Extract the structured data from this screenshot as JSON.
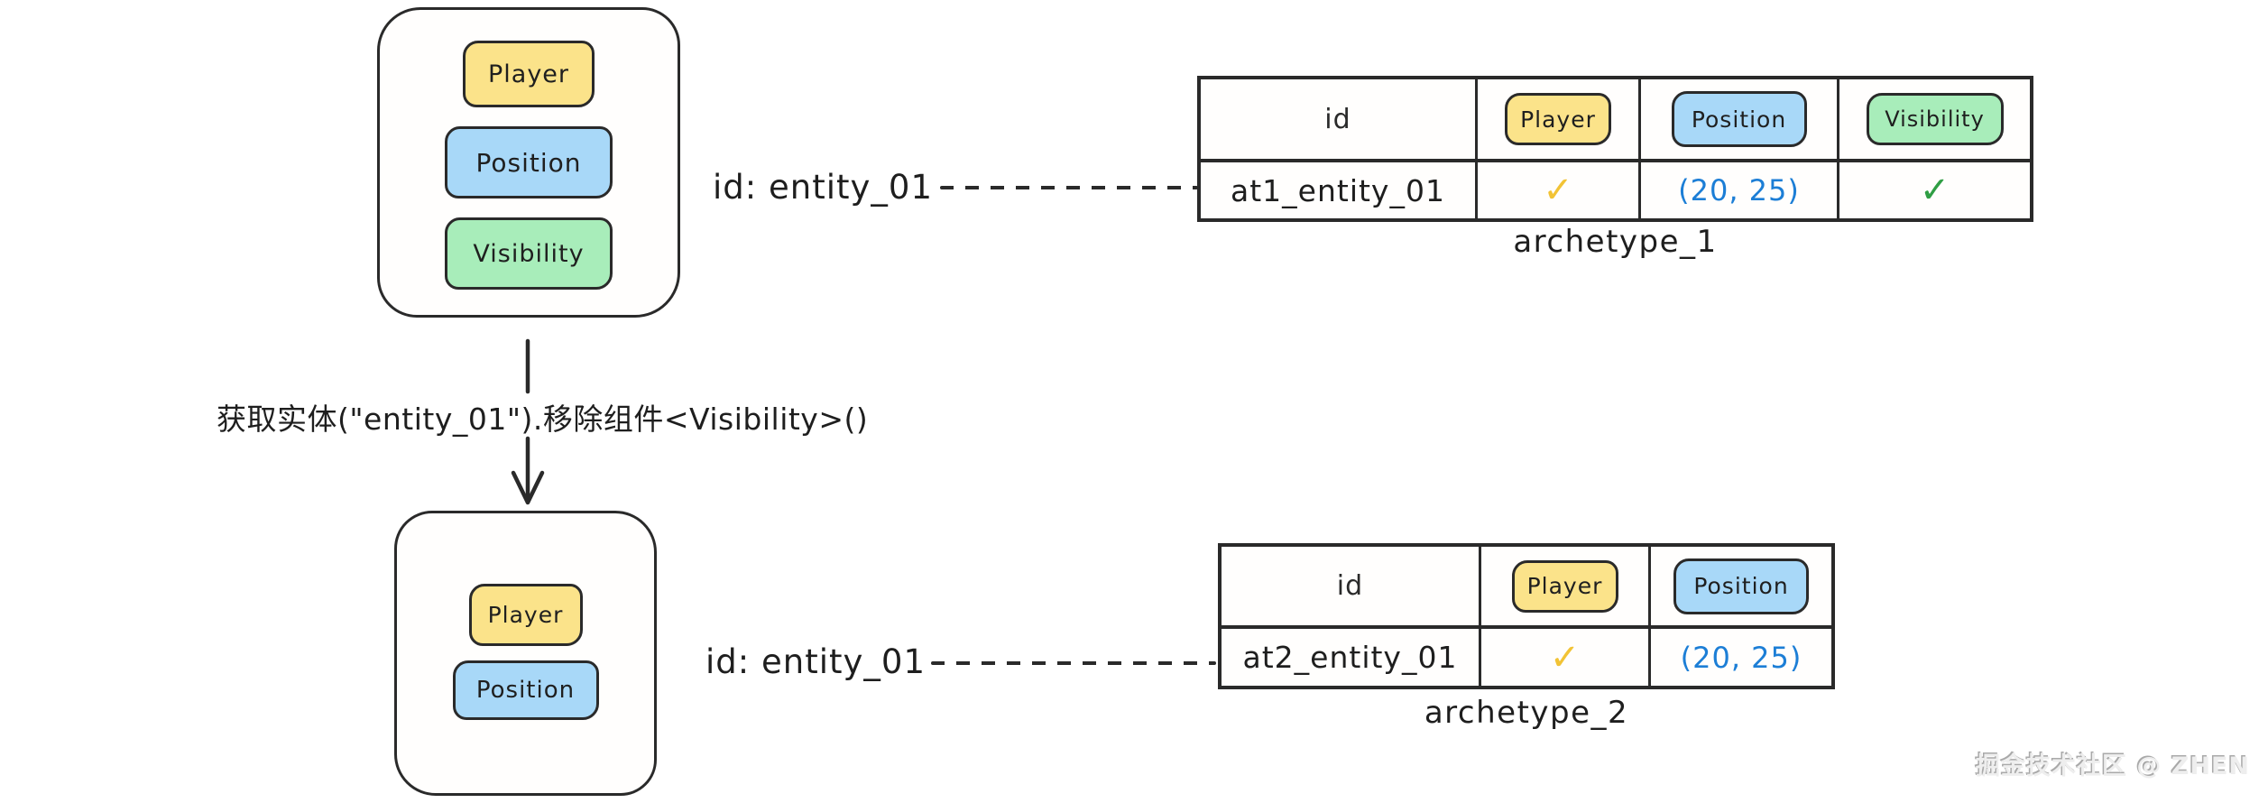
{
  "colors": {
    "ink": "#2a2a2a",
    "badge-yellow": "#fbe38a",
    "badge-blue": "#a8d8f8",
    "badge-green": "#a8edba",
    "value-blue": "#1c7ed6",
    "check-yellow": "#f2c335",
    "check-green": "#2f9e44"
  },
  "entity_before": {
    "components": [
      "Player",
      "Position",
      "Visibility"
    ]
  },
  "transition": {
    "label": "获取实体(\"entity_01\").移除组件<Visibility>()"
  },
  "entity_after": {
    "components": [
      "Player",
      "Position"
    ]
  },
  "link_top": {
    "label": "id: entity_01"
  },
  "link_bottom": {
    "label": "id: entity_01"
  },
  "archetype_1": {
    "caption": "archetype_1",
    "columns": [
      "id",
      "Player",
      "Position",
      "Visibility"
    ],
    "rows": [
      [
        "at1_entity_01",
        "✓",
        "(20, 25)",
        "✓"
      ]
    ]
  },
  "archetype_2": {
    "caption": "archetype_2",
    "columns": [
      "id",
      "Player",
      "Position"
    ],
    "rows": [
      [
        "at2_entity_01",
        "✓",
        "(20, 25)"
      ]
    ]
  },
  "watermark": {
    "label": "掘金技术社区 @ ZHEN"
  }
}
